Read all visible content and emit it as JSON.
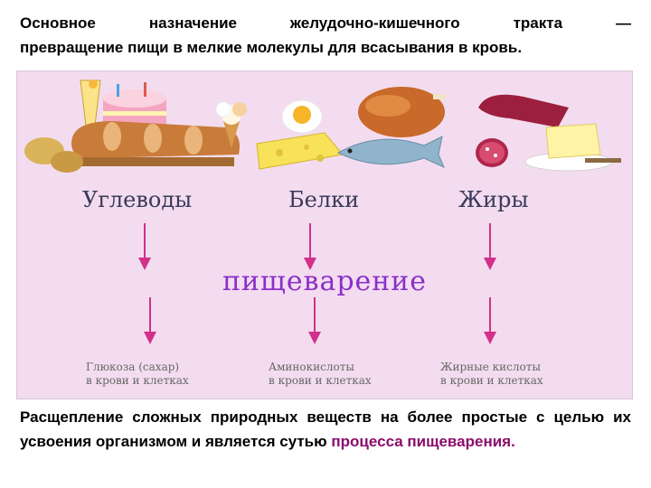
{
  "intro": {
    "line1_words": [
      "Основное",
      "назначение",
      "желудочно-кишечного",
      "тракта",
      "—"
    ],
    "line2": "превращение пищи в мелкие молекулы для всасывания в кровь."
  },
  "diagram": {
    "headings": [
      "Углеводы",
      "Белки",
      "Жиры"
    ],
    "digestion_label": "пищеварение",
    "results": [
      {
        "line1": "Глюкоза (сахар)",
        "line2": "в крови и клетках"
      },
      {
        "line1": "Аминокислоты",
        "line2": "в крови и клетках"
      },
      {
        "line1": "Жирные кислоты",
        "line2": "в крови и клетках"
      }
    ],
    "arrow_color": "#d2308a",
    "panel_color": "#f3dcef"
  },
  "conclusion": {
    "text": "Расщепление сложных природных веществ на более простые с целью их усвоения организмом и является сутью",
    "accent": "процесса пищеварения."
  }
}
